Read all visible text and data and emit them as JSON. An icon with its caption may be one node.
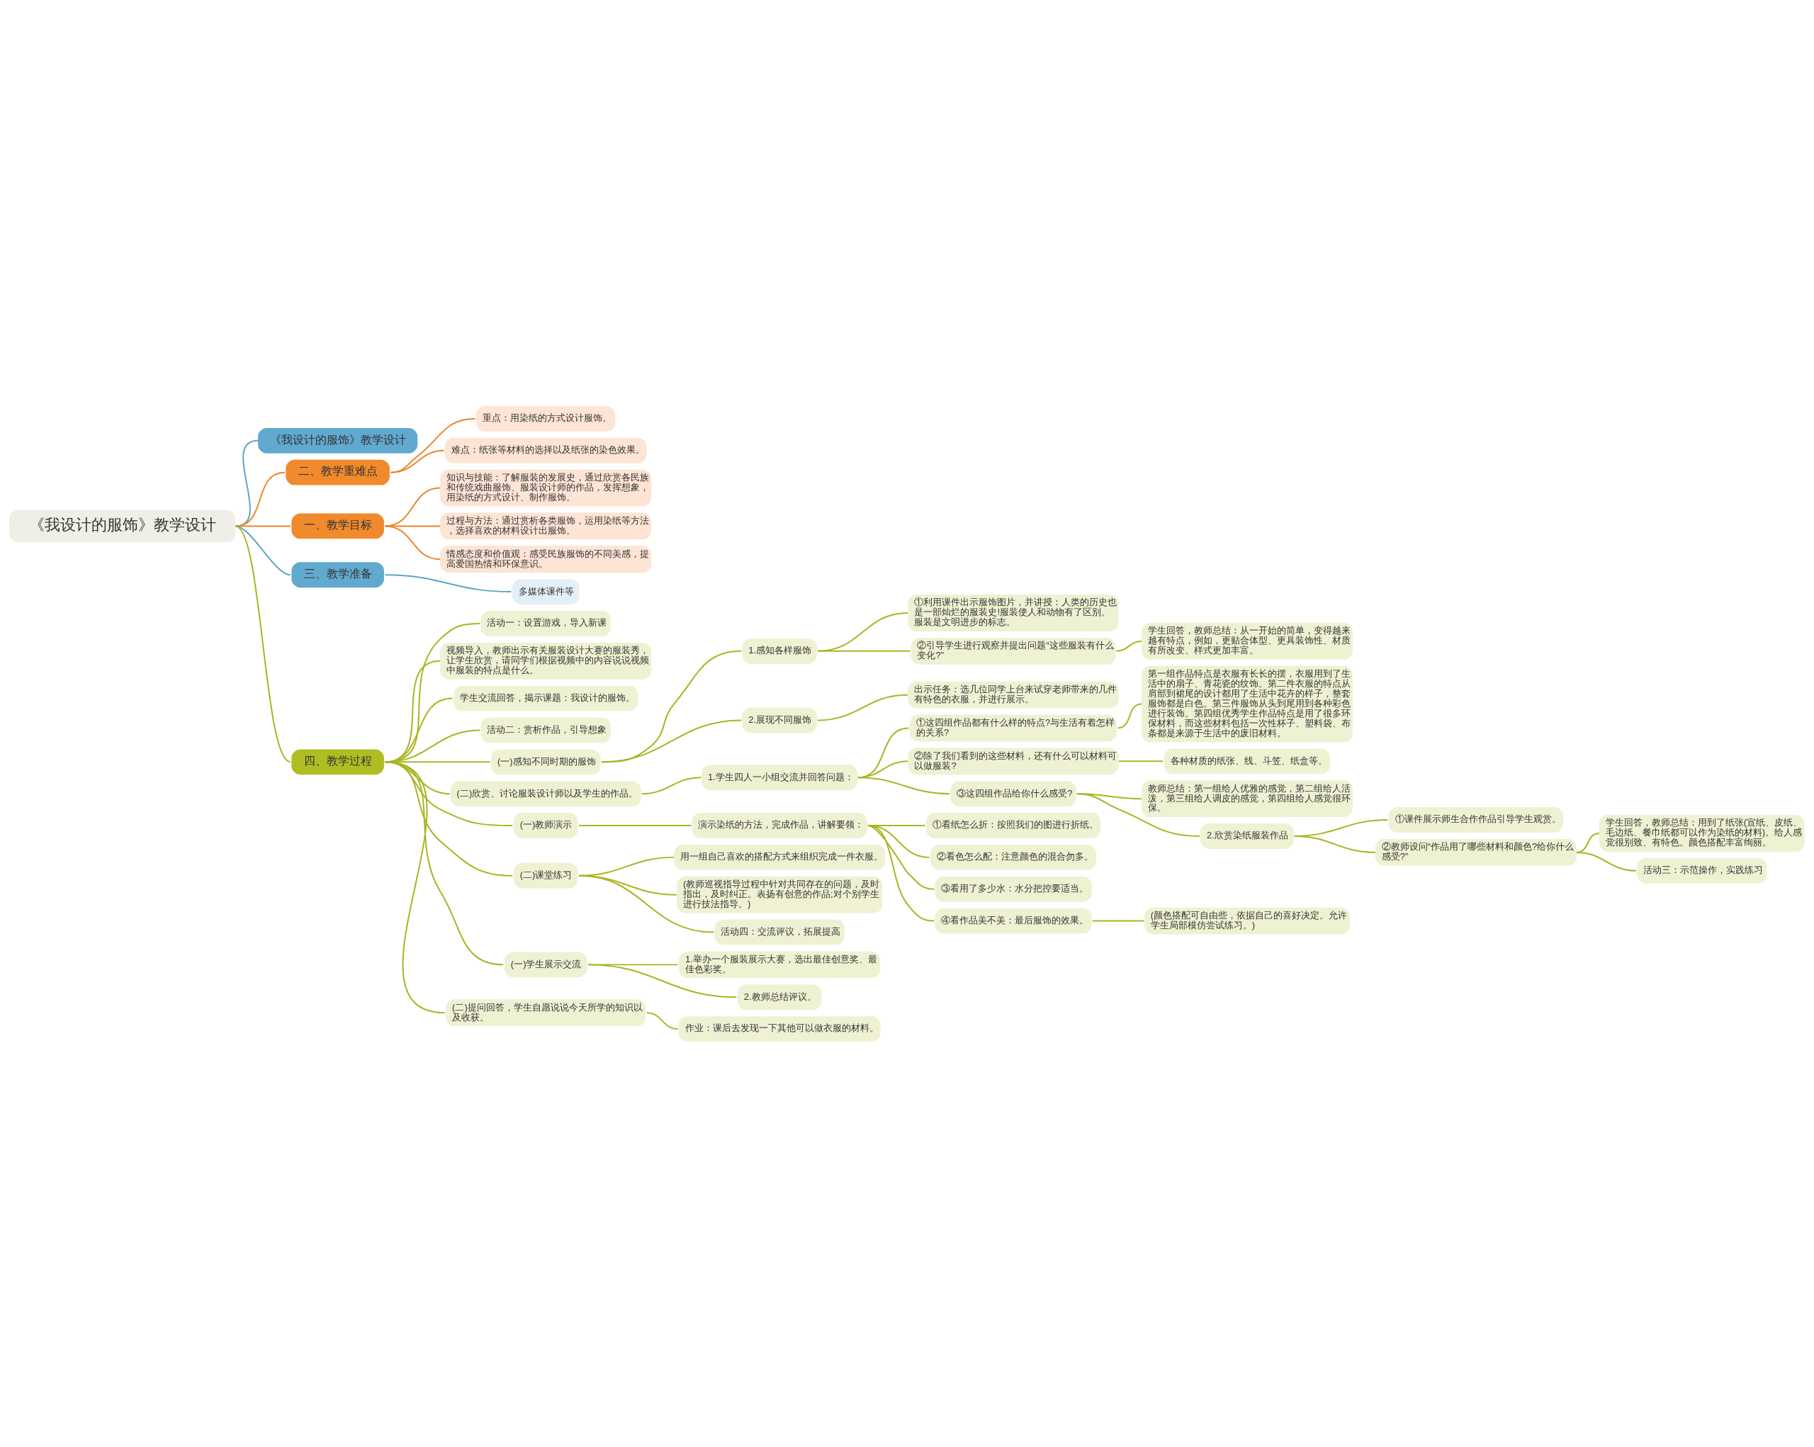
{
  "diagram": {
    "nodes": [
      {
        "text": [
          "《我设计的服饰》教学设计"
        ]
      },
      {
        "text": [
          "《我设计的服饰》教学设计"
        ]
      },
      {
        "text": [
          "二、教学重难点"
        ]
      },
      {
        "text": [
          "重点：用染纸的方式设计服饰。"
        ]
      },
      {
        "text": [
          "难点：纸张等材料的选择以及纸张的染色效果。"
        ]
      },
      {
        "text": [
          "一、教学目标"
        ]
      },
      {
        "text": [
          "知识与技能：了解服装的发展史，通过欣赏各民族和传统戏曲服饰、服装设计师的作品，发挥想象，用染纸的方式设计、制作服饰。"
        ]
      },
      {
        "text": [
          "过程与方法：通过赏析各类服饰，运用染纸等方法，选择喜欢的材料设计出服饰。"
        ]
      },
      {
        "text": [
          "情感态度和价值观：感受民族服饰的不同美感，提高爱国热情和环保意识。"
        ]
      },
      {
        "text": [
          "三、教学准备"
        ]
      },
      {
        "text": [
          "多媒体课件等"
        ]
      },
      {
        "text": [
          "四、教学过程"
        ]
      },
      {
        "text": [
          "活动一：设置游戏，导入新课"
        ]
      },
      {
        "text": [
          "视频导入，教师出示有关服装设计大赛的服装秀，让学生欣赏，请同学们根据视频中的内容说说视频中服装的特点是什么。"
        ]
      },
      {
        "text": [
          "学生交流回答，揭示课题：我设计的服饰。"
        ]
      },
      {
        "text": [
          "活动二：赏析作品，引导想象"
        ]
      },
      {
        "text": [
          "(一)感知不同时期的服饰"
        ]
      },
      {
        "text": [
          "1.感知各样服饰"
        ]
      },
      {
        "text": [
          "①利用课件出示服饰图片，并讲授：人类的历史也是一部灿烂的服装史!服装使人和动物有了区别。服装是文明进步的标志。"
        ]
      },
      {
        "text": [
          "②引导学生进行观察并提出问题“这些服装有什么变化?”"
        ]
      },
      {
        "text": [
          "学生回答，教师总结：从一开始的简单，变得越来越有特点，例如，更贴合体型、更具装饰性、材质有所改变、样式更加丰富。"
        ]
      },
      {
        "text": [
          "2.展现不同服饰"
        ]
      },
      {
        "text": [
          "出示任务：选几位同学上台来试穿老师带来的几件有特色的衣服，并进行展示。"
        ]
      },
      {
        "text": [
          "(二)欣赏、讨论服装设计师以及学生的作品。"
        ]
      },
      {
        "text": [
          "1.学生四人一小组交流并回答问题："
        ]
      },
      {
        "text": [
          "①这四组作品都有什么样的特点?与生活有着怎样的关系?"
        ]
      },
      {
        "text": [
          "第一组作品特点是衣服有长长的摆，衣服用到了生活中的扇子、青花瓷的纹饰。第二件衣服的特点从肩部到裙尾的设计都用了生活中花卉的样子，整套服饰都是白色。第三件服饰从头到尾用到各种彩色进行装饰。第四组优秀学生作品特点是用了很多环保材料，而这些材料包括一次性杯子、塑料袋、布条都是来源于生活中的废旧材料。"
        ]
      },
      {
        "text": [
          "②除了我们看到的这些材料，还有什么可以材料可以做服装?"
        ]
      },
      {
        "text": [
          "各种材质的纸张、线、斗笠、纸盒等。"
        ]
      },
      {
        "text": [
          "③这四组作品给你什么感受?"
        ]
      },
      {
        "text": [
          "教师总结：第一组给人优雅的感觉，第二组给人活泼，第三组给人调皮的感觉，第四组给人感觉很环保。"
        ]
      },
      {
        "text": [
          "2.欣赏染纸服装作品"
        ]
      },
      {
        "text": [
          "①课件展示师生合作作品引导学生观赏。"
        ]
      },
      {
        "text": [
          "②教师设问“作品用了哪些材料和颜色?给你什么感受?”"
        ]
      },
      {
        "text": [
          "学生回答，教师总结：用到了纸张(宣纸、皮纸、毛边纸、餐巾纸都可以作为染纸的材料)。给人感觉很别致、有特色。颜色搭配丰富绚丽。"
        ]
      },
      {
        "text": [
          "活动三：示范操作，实践练习"
        ]
      },
      {
        "text": [
          "(一)教师演示"
        ]
      },
      {
        "text": [
          "演示染纸的方法，完成作品，讲解要领："
        ]
      },
      {
        "text": [
          "①看纸怎么折：按照我们的图进行折纸。"
        ]
      },
      {
        "text": [
          "②看色怎么配：注意颜色的混合勿多。"
        ]
      },
      {
        "text": [
          "③看用了多少水：水分把控要适当。"
        ]
      },
      {
        "text": [
          "④看作品美不美：最后服饰的效果。"
        ]
      },
      {
        "text": [
          "(颜色搭配可自由些，依据自己的喜好决定。允许学生局部模仿尝试练习。)"
        ]
      },
      {
        "text": [
          "(二)课堂练习"
        ]
      },
      {
        "text": [
          "用一组自己喜欢的搭配方式来组织完成一件衣服。"
        ]
      },
      {
        "text": [
          "(教师巡视指导过程中针对共同存在的问题，及时指出，及时纠正。表扬有创意的作品;对个别学生进行技法指导。)"
        ]
      },
      {
        "text": [
          "活动四：交流评议，拓展提高"
        ]
      },
      {
        "text": [
          "(一)学生展示交流"
        ]
      },
      {
        "text": [
          "1.举办一个服装展示大赛，选出最佳创意奖、最佳色彩奖。"
        ]
      },
      {
        "text": [
          "2.教师总结评议。"
        ]
      },
      {
        "text": [
          "(二)提问回答，学生自愿说说今天所学的知识以及收获。"
        ]
      },
      {
        "text": [
          "作业：课后去发现一下其他可以做衣服的材料。"
        ]
      }
    ],
    "edges": [
      {
        "from": 0,
        "to": 1,
        "arrow": "none",
        "color": "#5da5c9"
      },
      {
        "from": 0,
        "to": 2,
        "arrow": "none",
        "color": "#e8862a"
      },
      {
        "from": 2,
        "to": 3,
        "arrow": "none",
        "color": "#e8862a"
      },
      {
        "from": 2,
        "to": 4,
        "arrow": "none",
        "color": "#e8862a"
      },
      {
        "from": 0,
        "to": 5,
        "arrow": "none",
        "color": "#e8862a"
      },
      {
        "from": 5,
        "to": 6,
        "arrow": "none",
        "color": "#e8862a"
      },
      {
        "from": 5,
        "to": 7,
        "arrow": "none",
        "color": "#e8862a"
      },
      {
        "from": 5,
        "to": 8,
        "arrow": "none",
        "color": "#e8862a"
      },
      {
        "from": 0,
        "to": 9,
        "arrow": "none",
        "color": "#5da5c9"
      },
      {
        "from": 9,
        "to": 10,
        "arrow": "none",
        "color": "#5da5c9"
      },
      {
        "from": 0,
        "to": 11,
        "arrow": "none"
      },
      {
        "from": 11,
        "to": 12,
        "arrow": "none"
      },
      {
        "from": 11,
        "to": 13,
        "arrow": "none"
      },
      {
        "from": 11,
        "to": 14,
        "arrow": "none"
      },
      {
        "from": 11,
        "to": 15,
        "arrow": "none"
      },
      {
        "from": 11,
        "to": 16,
        "arrow": "none"
      },
      {
        "from": 16,
        "to": 17,
        "arrow": "none"
      },
      {
        "from": 17,
        "to": 18,
        "arrow": "none"
      },
      {
        "from": 17,
        "to": 19,
        "arrow": "none"
      },
      {
        "from": 19,
        "to": 20,
        "arrow": "none"
      },
      {
        "from": 16,
        "to": 21,
        "arrow": "none"
      },
      {
        "from": 21,
        "to": 22,
        "arrow": "none"
      },
      {
        "from": 11,
        "to": 23,
        "arrow": "none"
      },
      {
        "from": 23,
        "to": 24,
        "arrow": "none"
      },
      {
        "from": 24,
        "to": 25,
        "arrow": "none"
      },
      {
        "from": 25,
        "to": 26,
        "arrow": "none"
      },
      {
        "from": 24,
        "to": 27,
        "arrow": "none"
      },
      {
        "from": 27,
        "to": 28,
        "arrow": "none"
      },
      {
        "from": 24,
        "to": 29,
        "arrow": "none"
      },
      {
        "from": 29,
        "to": 30,
        "arrow": "none"
      },
      {
        "from": 29,
        "to": 31,
        "arrow": "none"
      },
      {
        "from": 31,
        "to": 32,
        "arrow": "none"
      },
      {
        "from": 31,
        "to": 33,
        "arrow": "none"
      },
      {
        "from": 33,
        "to": 34,
        "arrow": "none"
      },
      {
        "from": 33,
        "to": 35,
        "arrow": "none"
      },
      {
        "from": 11,
        "to": 36,
        "arrow": "none"
      },
      {
        "from": 36,
        "to": 37,
        "arrow": "none"
      },
      {
        "from": 37,
        "to": 38,
        "arrow": "none"
      },
      {
        "from": 37,
        "to": 39,
        "arrow": "none"
      },
      {
        "from": 37,
        "to": 40,
        "arrow": "none"
      },
      {
        "from": 37,
        "to": 41,
        "arrow": "none"
      },
      {
        "from": 41,
        "to": 42,
        "arrow": "none"
      },
      {
        "from": 11,
        "to": 43,
        "arrow": "none"
      },
      {
        "from": 43,
        "to": 44,
        "arrow": "none"
      },
      {
        "from": 43,
        "to": 45,
        "arrow": "none"
      },
      {
        "from": 43,
        "to": 46,
        "arrow": "none"
      },
      {
        "from": 11,
        "to": 47,
        "arrow": "none"
      },
      {
        "from": 47,
        "to": 48,
        "arrow": "none"
      },
      {
        "from": 47,
        "to": 49,
        "arrow": "none"
      },
      {
        "from": 11,
        "to": 50,
        "arrow": "none"
      },
      {
        "from": 50,
        "to": 51,
        "arrow": "none"
      }
    ]
  }
}
